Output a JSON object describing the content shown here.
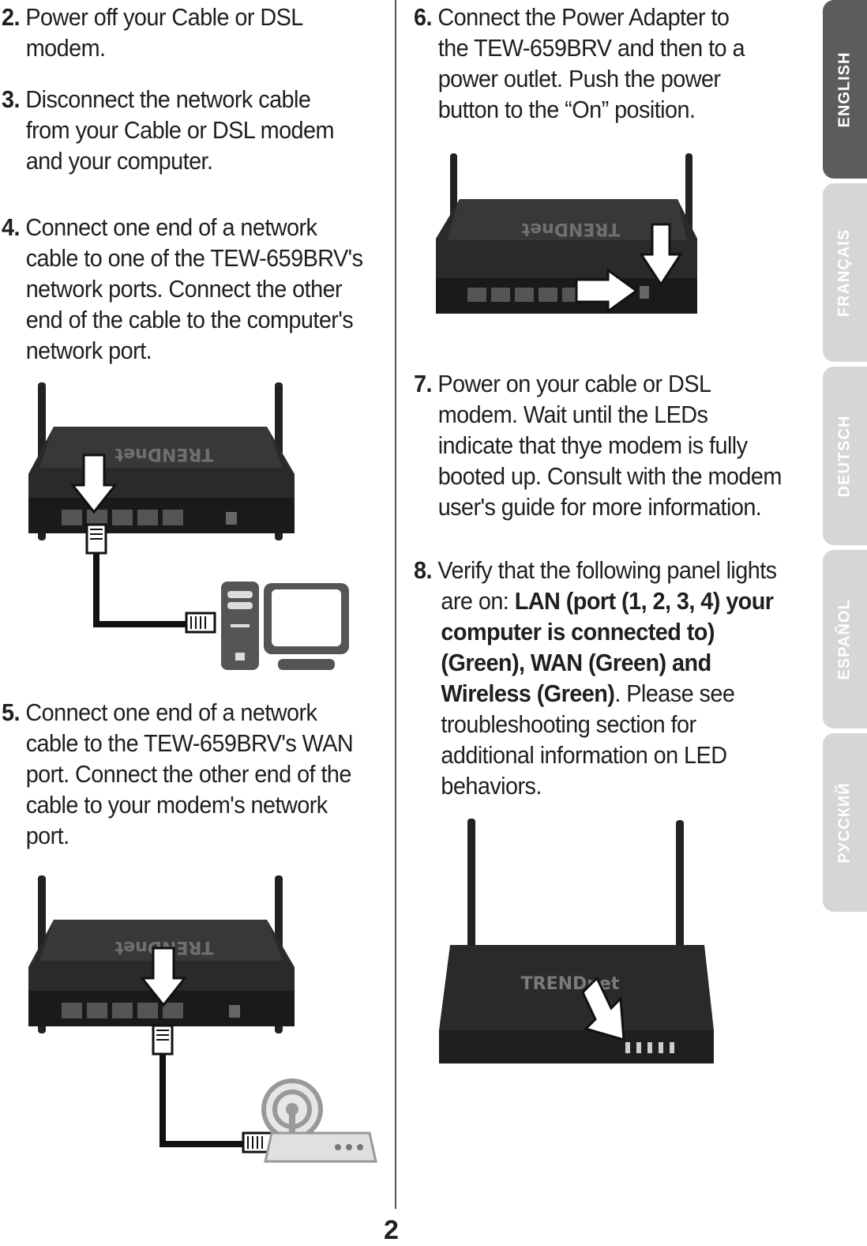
{
  "page_number": "2",
  "language_tabs": [
    {
      "label": "ENGLISH",
      "active": true
    },
    {
      "label": "FRANÇAIS",
      "active": false
    },
    {
      "label": "DEUTSCH",
      "active": false
    },
    {
      "label": "ESPAÑOL",
      "active": false
    },
    {
      "label": "РУССКИЙ",
      "active": false
    }
  ],
  "steps": {
    "s2": {
      "num": "2.",
      "lines": [
        "Power off your Cable or DSL",
        "modem."
      ]
    },
    "s3": {
      "num": "3.",
      "lines": [
        "Disconnect the network cable",
        "from your Cable or DSL modem",
        "and your computer."
      ]
    },
    "s4": {
      "num": "4.",
      "lines": [
        "Connect one end of a network",
        "cable to one of the TEW-659BRV's",
        "network ports. Connect the other",
        "end of the cable to the computer's",
        "network port."
      ]
    },
    "s5": {
      "num": "5.",
      "lines": [
        "Connect one end of a network",
        "cable to the TEW-659BRV's WAN",
        "port. Connect the other end of the",
        "cable to your modem's network",
        "port."
      ]
    },
    "s6": {
      "num": "6.",
      "lines": [
        "Connect the Power Adapter to",
        "the TEW-659BRV and then to a",
        "power outlet. Push the power",
        "button to the “On” position."
      ]
    },
    "s7": {
      "num": "7.",
      "lines": [
        "Power on your cable or DSL",
        "modem. Wait until the LEDs",
        "indicate that thye modem is fully",
        "booted up. Consult with the modem",
        "user's guide for more information."
      ]
    },
    "s8": {
      "num": "8.",
      "line1": "Verify that the following panel lights",
      "prefix": "are on: ",
      "bold1": "LAN (port (1, 2, 3, 4) your",
      "bold2": "computer is connected to)",
      "bold3": "(Green), WAN (Green) and",
      "bold4": "Wireless (Green)",
      "suffix4": ". Please see",
      "line6": "troubleshooting section for",
      "line7": "additional information on LED",
      "line8": "behaviors."
    }
  },
  "router_brand": "TRENDnet",
  "icons": [
    "router-icon",
    "computer-icon",
    "modem-icon",
    "arrow-icon",
    "ethernet-plug-icon"
  ]
}
